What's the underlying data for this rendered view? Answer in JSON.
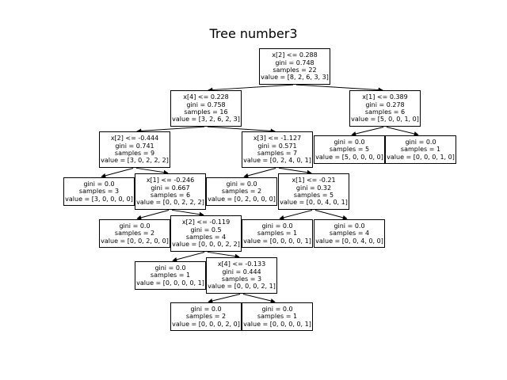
{
  "title": "Tree number3",
  "nodes": [
    {
      "id": "n0",
      "lines": [
        "x[2] <= 0.288",
        "gini = 0.748",
        "samples = 22",
        "value = [8, 2, 6, 3, 3]"
      ]
    },
    {
      "id": "n1",
      "lines": [
        "x[4] <= 0.228",
        "gini = 0.758",
        "samples = 16",
        "value = [3, 2, 6, 2, 3]"
      ]
    },
    {
      "id": "n2",
      "lines": [
        "x[1] <= 0.389",
        "gini = 0.278",
        "samples = 6",
        "value = [5, 0, 0, 1, 0]"
      ]
    },
    {
      "id": "n3",
      "lines": [
        "x[2] <= -0.444",
        "gini = 0.741",
        "samples = 9",
        "value = [3, 0, 2, 2, 2]"
      ]
    },
    {
      "id": "n4",
      "lines": [
        "x[3] <= -1.127",
        "gini = 0.571",
        "samples = 7",
        "value = [0, 2, 4, 0, 1]"
      ]
    },
    {
      "id": "n5",
      "lines": [
        "gini = 0.0",
        "samples = 5",
        "value = [5, 0, 0, 0, 0]"
      ]
    },
    {
      "id": "n6",
      "lines": [
        "gini = 0.0",
        "samples = 1",
        "value = [0, 0, 0, 1, 0]"
      ]
    },
    {
      "id": "n7",
      "lines": [
        "gini = 0.0",
        "samples = 3",
        "value = [3, 0, 0, 0, 0]"
      ]
    },
    {
      "id": "n8",
      "lines": [
        "x[1] <= -0.246",
        "gini = 0.667",
        "samples = 6",
        "value = [0, 0, 2, 2, 2]"
      ]
    },
    {
      "id": "n9",
      "lines": [
        "gini = 0.0",
        "samples = 2",
        "value = [0, 2, 0, 0, 0]"
      ]
    },
    {
      "id": "n10",
      "lines": [
        "x[1] <= -0.21",
        "gini = 0.32",
        "samples = 5",
        "value = [0, 0, 4, 0, 1]"
      ]
    },
    {
      "id": "n11",
      "lines": [
        "gini = 0.0",
        "samples = 2",
        "value = [0, 0, 2, 0, 0]"
      ]
    },
    {
      "id": "n12",
      "lines": [
        "x[2] <= -0.119",
        "gini = 0.5",
        "samples = 4",
        "value = [0, 0, 0, 2, 2]"
      ]
    },
    {
      "id": "n13",
      "lines": [
        "gini = 0.0",
        "samples = 1",
        "value = [0, 0, 0, 0, 1]"
      ]
    },
    {
      "id": "n14",
      "lines": [
        "gini = 0.0",
        "samples = 4",
        "value = [0, 0, 4, 0, 0]"
      ]
    },
    {
      "id": "n15",
      "lines": [
        "gini = 0.0",
        "samples = 1",
        "value = [0, 0, 0, 0, 1]"
      ]
    },
    {
      "id": "n16",
      "lines": [
        "x[4] <= -0.133",
        "gini = 0.444",
        "samples = 3",
        "value = [0, 0, 0, 2, 1]"
      ]
    },
    {
      "id": "n17",
      "lines": [
        "gini = 0.0",
        "samples = 2",
        "value = [0, 0, 0, 2, 0]"
      ]
    },
    {
      "id": "n18",
      "lines": [
        "gini = 0.0",
        "samples = 1",
        "value = [0, 0, 0, 0, 1]"
      ]
    }
  ],
  "edges": [
    [
      "n0",
      "n1"
    ],
    [
      "n0",
      "n2"
    ],
    [
      "n1",
      "n3"
    ],
    [
      "n1",
      "n4"
    ],
    [
      "n2",
      "n5"
    ],
    [
      "n2",
      "n6"
    ],
    [
      "n3",
      "n7"
    ],
    [
      "n3",
      "n8"
    ],
    [
      "n4",
      "n9"
    ],
    [
      "n4",
      "n10"
    ],
    [
      "n8",
      "n11"
    ],
    [
      "n8",
      "n12"
    ],
    [
      "n10",
      "n13"
    ],
    [
      "n10",
      "n14"
    ],
    [
      "n12",
      "n15"
    ],
    [
      "n12",
      "n16"
    ],
    [
      "n16",
      "n17"
    ],
    [
      "n16",
      "n18"
    ]
  ]
}
